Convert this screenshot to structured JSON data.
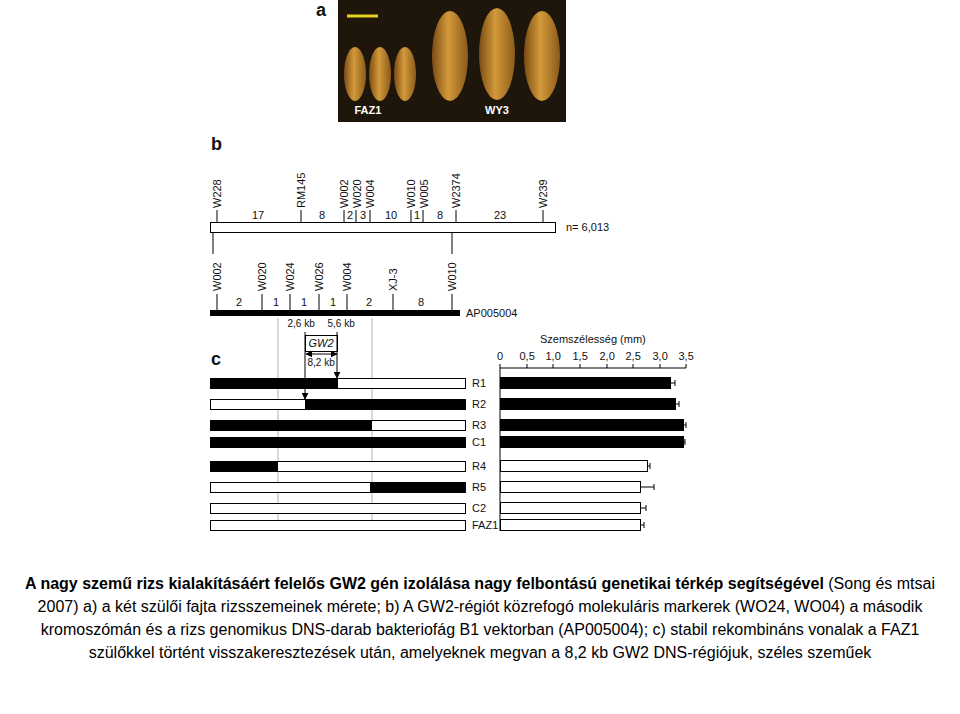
{
  "diagram": {
    "title": "A nagy szemű rizs kialakításáért felelős GW2 gén izolálása nagy felbontású genetikai térkép segítségével",
    "caption": "(Song és mtsai 2007) a) a két szülői fajta rizsszemeinek mérete; b) A GW2-régiót közrefogó molekuláris markerek (WO24, WO04) a második kromoszómán és a rizs genomikus DNS-darab bakteriofág B1 vektorban (AP005004); c) stabil rekombináns vonalak a FAZ1 szülőkkel történt visszakeresztezések után, amelyeknek megvan a 8,2 kb GW2 DNS-régiójuk, széles szeműek",
    "labels": [
      "a",
      "FAZ1",
      "WY3",
      "b",
      "W228",
      "RM145",
      "W002",
      "W020",
      "W004",
      "W010",
      "W005",
      "W2374",
      "W239",
      "17",
      "8",
      "2",
      "3",
      "10",
      "1",
      "8",
      "23",
      "n= 6,013",
      "W002",
      "W020",
      "W024",
      "W026",
      "W004",
      "XJ-3",
      "W010",
      "2",
      "1",
      "1",
      "1",
      "2",
      "8",
      "AP005004",
      "2,6 kb",
      "5,6 kb",
      "GW2",
      "8,2 kb",
      "c",
      "R1",
      "R2",
      "R3",
      "C1",
      "R4",
      "R5",
      "C2",
      "FAZ1",
      "Szemszélesség (mm)",
      "0",
      "0,5",
      "1,0",
      "1,5",
      "2,0",
      "2,5",
      "3,0",
      "3,5"
    ]
  }
}
